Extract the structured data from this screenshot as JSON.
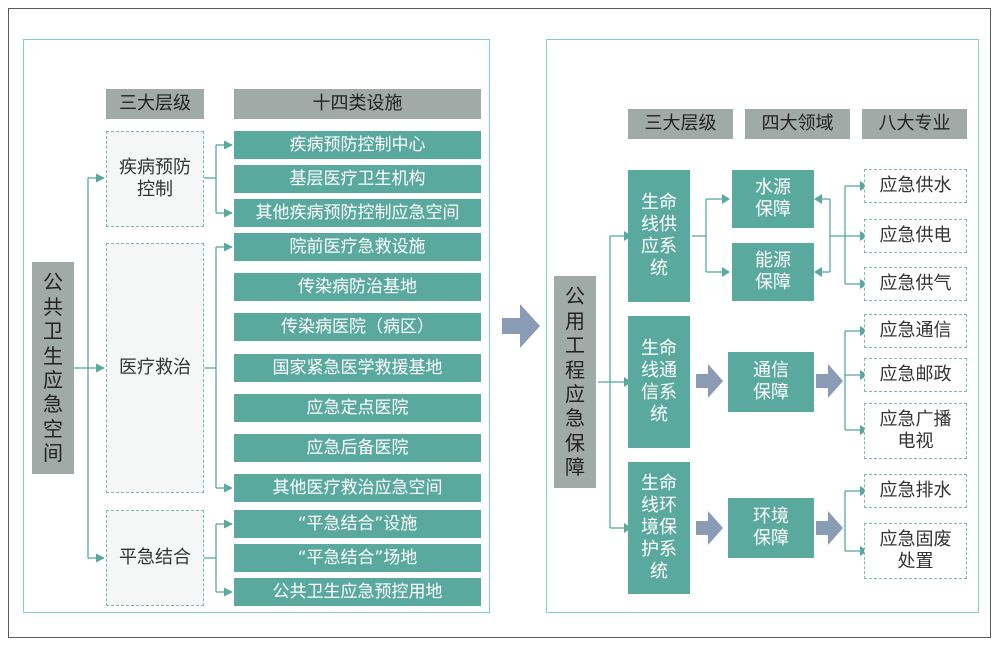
{
  "left": {
    "root": "公共卫生应急空间",
    "header_levels": "三大层级",
    "header_facilities": "十四类设施",
    "groups": [
      {
        "label_lines": [
          "疾病预防",
          "控制"
        ],
        "items": [
          "疾病预防控制中心",
          "基层医疗卫生机构",
          "其他疾病预防控制应急空间"
        ]
      },
      {
        "label_lines": [
          "医疗救治"
        ],
        "items": [
          "院前医疗急救设施",
          "传染病防治基地",
          "传染病医院（病区）",
          "国家紧急医学救援基地",
          "应急定点医院",
          "应急后备医院",
          "其他医疗救治应急空间"
        ]
      },
      {
        "label_lines": [
          "平急结合"
        ],
        "items": [
          "“平急结合”设施",
          "“平急结合”场地",
          "公共卫生应急预控用地"
        ]
      }
    ]
  },
  "right": {
    "root": "公用工程应急保障",
    "header_levels": "三大层级",
    "header_domains": "四大领域",
    "header_specialties": "八大专业",
    "systems": [
      {
        "label": "生命线供应系统",
        "domains": [
          {
            "lines": [
              "水源",
              "保障"
            ],
            "specialties": [
              [
                "应急供水"
              ]
            ]
          },
          {
            "lines": [
              "能源",
              "保障"
            ],
            "specialties": [
              [
                "应急供电"
              ],
              [
                "应急供气"
              ]
            ]
          }
        ]
      },
      {
        "label": "生命线通信系统",
        "domains": [
          {
            "lines": [
              "通信",
              "保障"
            ],
            "specialties": [
              [
                "应急通信"
              ],
              [
                "应急邮政"
              ],
              [
                "应急广播",
                "电视"
              ]
            ]
          }
        ]
      },
      {
        "label": "生命线环境保护系统",
        "domains": [
          {
            "lines": [
              "环境",
              "保障"
            ],
            "specialties": [
              [
                "应急排水"
              ],
              [
                "应急固废",
                "处置"
              ]
            ]
          }
        ]
      }
    ]
  },
  "colors": {
    "teal": "#5aa99f",
    "gray": "#a0aaa6",
    "panel_border": "#7fcfcb",
    "arrow": "#8a9bb5",
    "line": "#5aa99f"
  }
}
